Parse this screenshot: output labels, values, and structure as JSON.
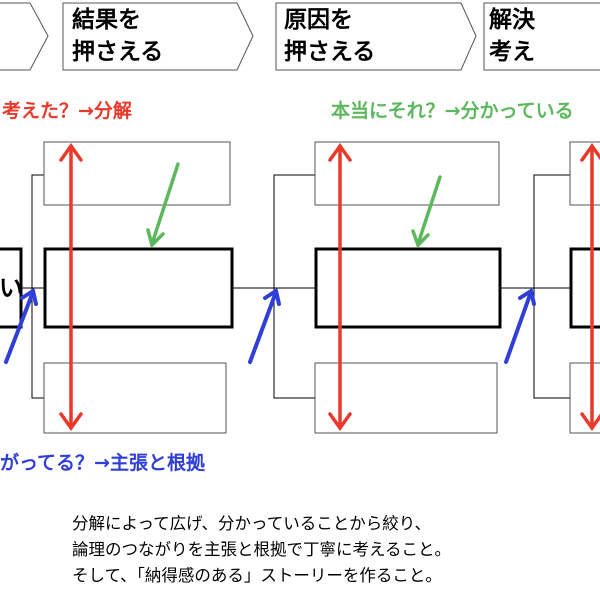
{
  "steps": [
    {
      "line1": "",
      "line2": ""
    },
    {
      "line1": "結果を",
      "line2": "押さえる"
    },
    {
      "line1": "原因を",
      "line2": "押さえる"
    },
    {
      "line1": "解決",
      "line2": "考え"
    }
  ],
  "left_box_text": "い",
  "labels": {
    "red": "考えた？→分解",
    "green": "本当にそれ？→分かっている",
    "blue": "がってる？→主張と根拠"
  },
  "footer": [
    "分解によって広げ、分かっていることから絞り、",
    "論理のつながりを主張と根拠で丁寧に考えること。",
    "そして、「納得感のある」ストーリーを作ること。"
  ],
  "colors": {
    "red": "#e8392b",
    "green": "#5cb85c",
    "blue": "#2f3fd8"
  }
}
